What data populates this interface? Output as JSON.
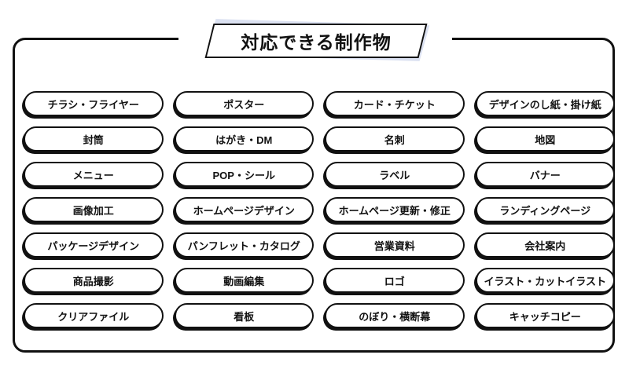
{
  "title": {
    "text": "対応できる制作物"
  },
  "colors": {
    "ink": "#111111",
    "badge_shadow": "#dbe1f1",
    "background": "#ffffff"
  },
  "pills": {
    "items": [
      "チラシ・フライヤー",
      "ポスター",
      "カード・チケット",
      "デザインのし紙・掛け紙",
      "封筒",
      "はがき・DM",
      "名刺",
      "地図",
      "メニュー",
      "POP・シール",
      "ラベル",
      "バナー",
      "画像加工",
      "ホームページデザイン",
      "ホームページ更新・修正",
      "ランディングページ",
      "パッケージデザイン",
      "パンフレット・カタログ",
      "営業資料",
      "会社案内",
      "商品撮影",
      "動画編集",
      "ロゴ",
      "イラスト・カットイラスト",
      "クリアファイル",
      "看板",
      "のぼり・横断幕",
      "キャッチコピー"
    ]
  }
}
